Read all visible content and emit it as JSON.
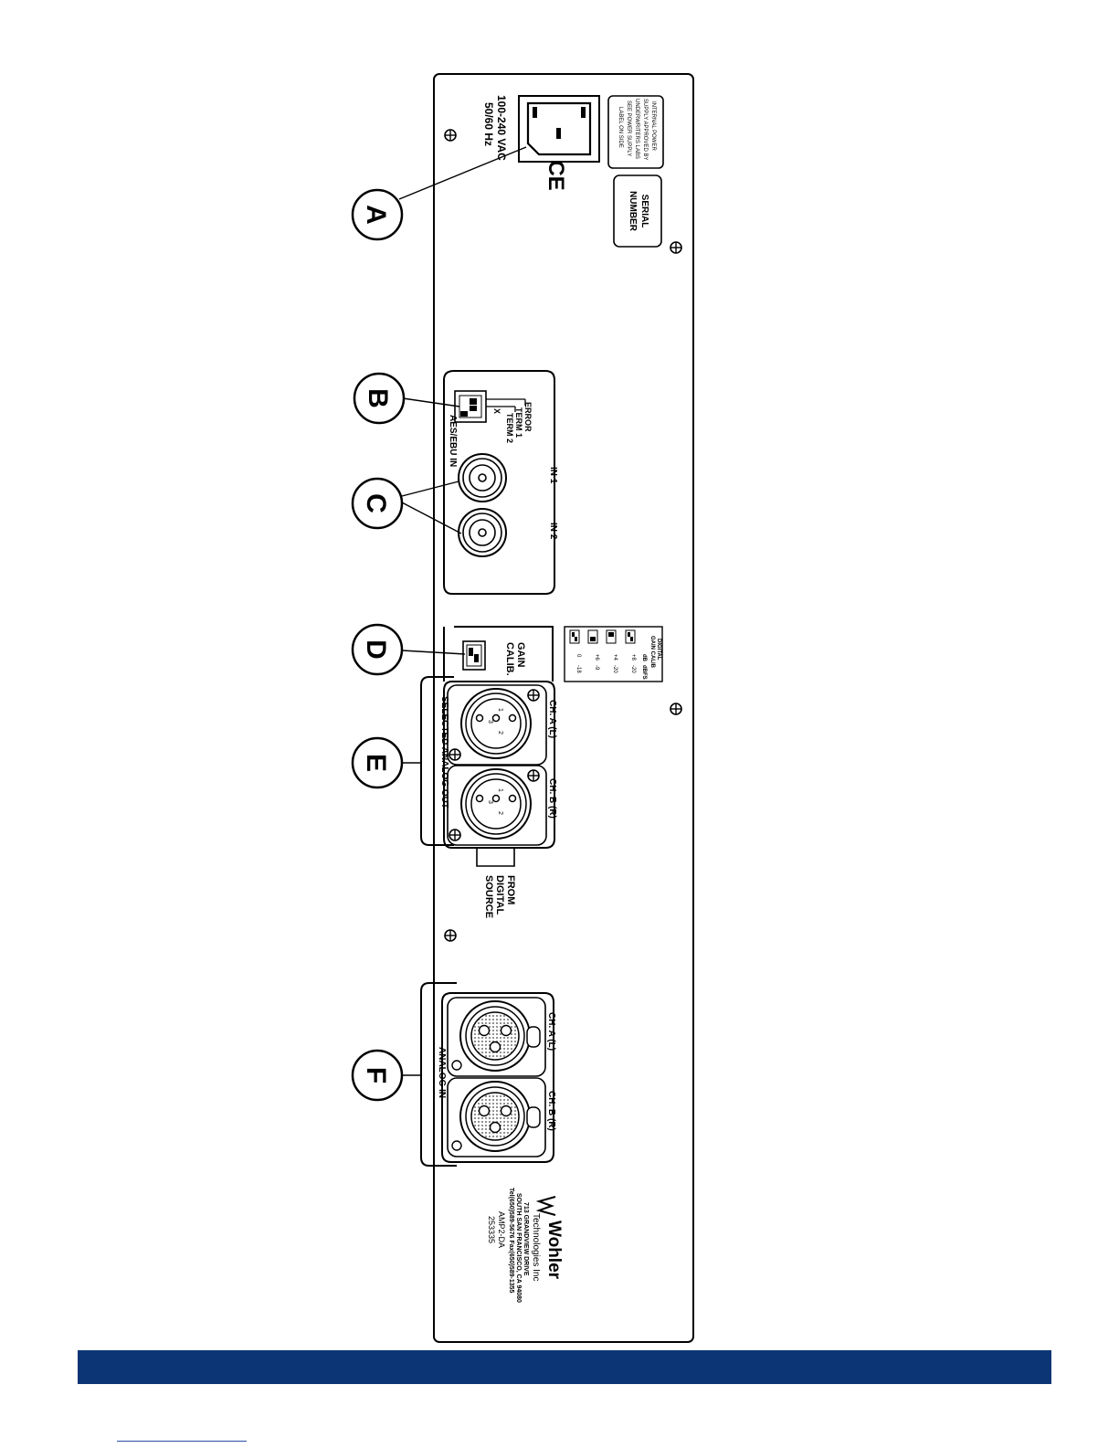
{
  "power": {
    "voltage": "100-240 VAC",
    "frequency": "50/60 Hz",
    "ce_mark": "CE",
    "notice": [
      "INTERNAL POWER",
      "SUPPLY APPROVED BY",
      "UNDERWRITERS LABS",
      "SEE POWER SUPPLY",
      "LABEL ON SIDE"
    ],
    "serial_label": [
      "SERIAL",
      "NUMBER"
    ]
  },
  "callouts": [
    "A",
    "B",
    "C",
    "D",
    "E",
    "F"
  ],
  "aes": {
    "switch_labels": [
      "ERROR",
      "TERM 1",
      "TERM 2"
    ],
    "switch_mark": "X",
    "section_label": "AES/EBU IN",
    "in1": "IN 1",
    "in2": "IN 2"
  },
  "gain": {
    "label": [
      "GAIN",
      "CALIB."
    ],
    "table_title": [
      "DIGITAL",
      "GAIN CALIB"
    ],
    "table_headers": [
      "dB",
      "dBFS"
    ],
    "table_rows": [
      [
        "+8",
        "-20"
      ],
      [
        "+4",
        "-20"
      ],
      [
        "+6",
        "-9"
      ],
      [
        "0",
        "-18"
      ]
    ]
  },
  "selected_out": {
    "label": "SELECTED ANALOG OUT",
    "ch_a": "CH. A (L)",
    "ch_b": "CH. B (R)",
    "pins": [
      "1",
      "2",
      "3"
    ],
    "from_source": [
      "FROM",
      "DIGITAL",
      "SOURCE"
    ]
  },
  "analog_in": {
    "label": "ANALOG IN",
    "ch_a": "CH. A (L)",
    "ch_b": "CH. B (R)"
  },
  "manufacturer": {
    "brand": "Wohler",
    "company": "Technologies Inc",
    "address1": "713 GRANDVIEW DRIVE",
    "address2": "SOUTH SAN FRANCISCO, CA 94080",
    "phone": "Tel(650)589-5676 Fax(650)589-1355",
    "model": "AMP2-DA",
    "part_number": "253335"
  }
}
